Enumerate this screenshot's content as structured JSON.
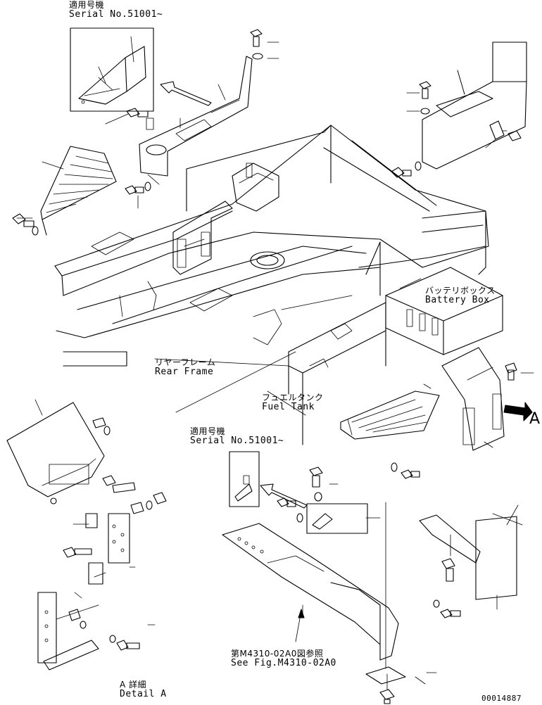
{
  "labels": {
    "serial_top": {
      "jp": "適用号機",
      "en": "Serial No.51001~"
    },
    "battery_box": {
      "jp": "バッテリボックス",
      "en": "Battery Box"
    },
    "rear_frame": {
      "jp": "リヤーフレーム",
      "en": "Rear Frame"
    },
    "fuel_tank": {
      "jp": "フュエルタンク",
      "en": "Fuel Tank"
    },
    "serial_mid": {
      "jp": "適用号機",
      "en": "Serial No.51001~"
    },
    "see_fig": {
      "jp": "第M4310-02A0図参照",
      "en": "See Fig.M4310-02A0"
    },
    "detail": {
      "jp": "A 詳細",
      "en": "Detail A"
    },
    "view_arrow_letter": "A",
    "drawing_number": "00014887"
  }
}
